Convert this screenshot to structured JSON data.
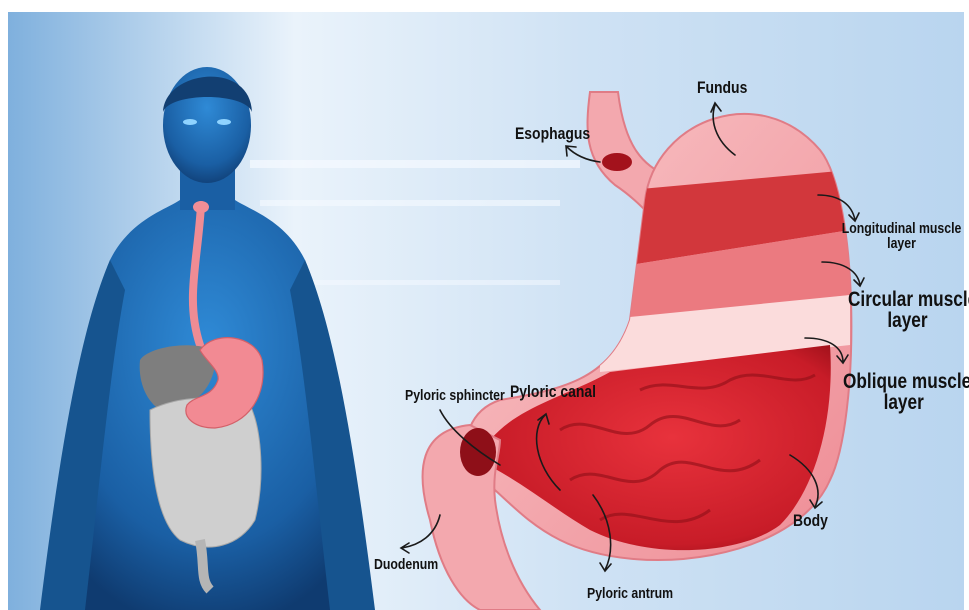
{
  "labels": {
    "fundus": "Fundus",
    "esophagus": "Esophagus",
    "longitudinal_line1": "Longitudinal muscle",
    "longitudinal_line2": "layer",
    "circular_line1": "Circular muscle",
    "circular_line2": "layer",
    "oblique_line1": "Oblique muscle",
    "oblique_line2": "layer",
    "pyloric_sphincter": "Pyloric sphincter",
    "pyloric_canal": "Pyloric canal",
    "body": "Body",
    "duodenum": "Duodenum",
    "pyloric_antrum": "Pyloric antrum"
  },
  "colors": {
    "background": "#d4e6f7",
    "human_figure": "#1f6fb8",
    "stomach_outer": "#f3a8ae",
    "stomach_inner": "#d8202c",
    "muscle_longitudinal": "#d2373c",
    "muscle_oblique": "#fbdcdc",
    "liver": "#7e7e7e",
    "intestines": "#cfcfcf",
    "annotation_arrow": "#1a1a1a"
  }
}
